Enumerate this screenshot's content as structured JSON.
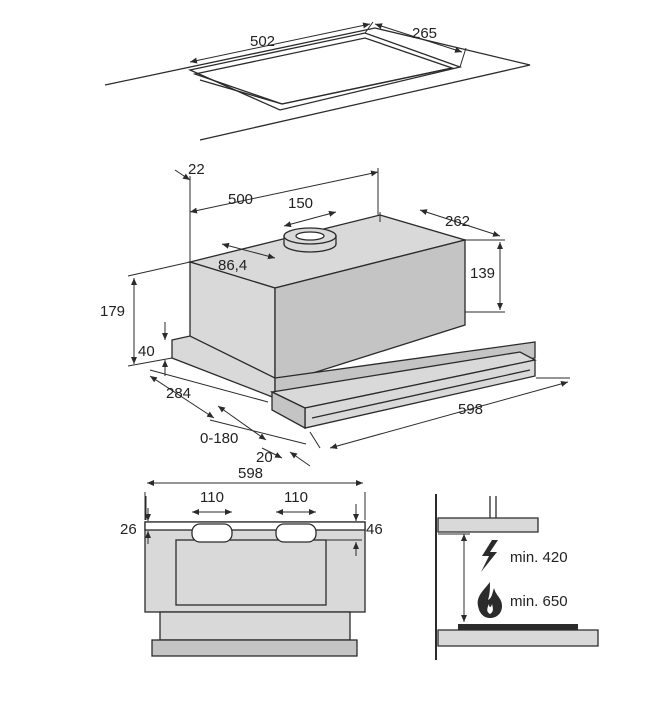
{
  "cutout": {
    "width_label": "502",
    "depth_label": "265"
  },
  "hood": {
    "offset_label": "22",
    "depth_label": "500",
    "duct_label": "150",
    "side_depth_label": "262",
    "duct_offset_label": "86,4",
    "body_height_label": "139",
    "total_height_label": "179",
    "front_height_label": "40",
    "front_depth_label": "284",
    "width_label": "598",
    "extension_label": "0-180",
    "panel_label": "20"
  },
  "front_view": {
    "width_label": "598",
    "vent_left_label": "110",
    "vent_right_label": "110",
    "left_height_label": "26",
    "right_height_label": "46"
  },
  "clearance": {
    "electric_label": "min. 420",
    "gas_label": "min. 650",
    "electric_icon": "lightning-icon",
    "gas_icon": "flame-icon"
  }
}
